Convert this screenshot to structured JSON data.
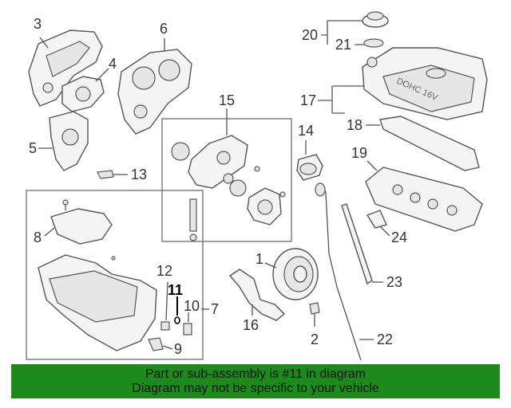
{
  "diagram": {
    "highlighted_callout": "11",
    "colors": {
      "banner": "#1c8a1c",
      "highlight": "#000000",
      "linework": "#555555"
    },
    "callouts": {
      "c1": "1",
      "c2": "2",
      "c3": "3",
      "c4": "4",
      "c5": "5",
      "c6": "6",
      "c7": "7",
      "c8": "8",
      "c9": "9",
      "c10": "10",
      "c11": "11",
      "c12": "12",
      "c13": "13",
      "c14": "14",
      "c15": "15",
      "c16": "16",
      "c17": "17",
      "c18": "18",
      "c19": "19",
      "c20": "20",
      "c21": "21",
      "c22": "22",
      "c23": "23",
      "c24": "24"
    },
    "valve_cover_lettering": "DOHC 16V"
  },
  "banner": {
    "line1": "Part or sub-assembly is #11 in diagram",
    "line2": "Diagram may not be specific to your vehicle"
  }
}
